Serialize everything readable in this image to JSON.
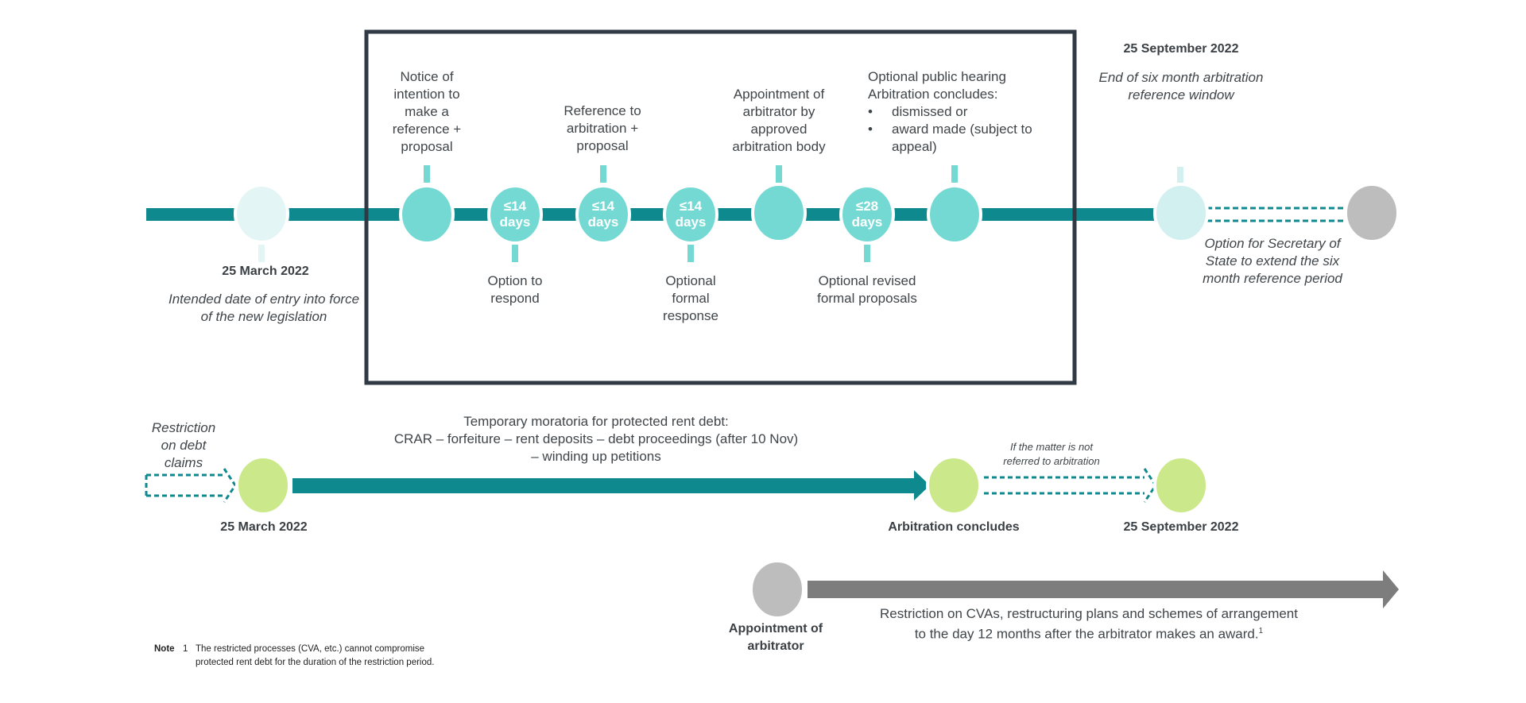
{
  "top_timeline": {
    "start_date": "25 March 2022",
    "start_caption": "Intended date of entry into force of the new legislation",
    "end_date": "25 September 2022",
    "end_caption": "End of six month arbitration reference window",
    "extension_caption": "Option for Secretary of State to extend the six month reference period",
    "steps_above": [
      "Notice of intention to make a reference + proposal",
      "Reference to arbitration + proposal",
      "Appointment of arbitrator by approved arbitration body"
    ],
    "hearing": {
      "line1": "Optional public hearing",
      "line2": "Arbitration concludes:",
      "bullet_1": "dismissed or",
      "bullet_2": "award made (subject to appeal)",
      "bullet_symbol": "•"
    },
    "badges": [
      {
        "top": "≤14",
        "bottom": "days"
      },
      {
        "top": "≤14",
        "bottom": "days"
      },
      {
        "top": "≤14",
        "bottom": "days"
      },
      {
        "top": "≤28",
        "bottom": "days"
      }
    ],
    "steps_below": [
      "Option to respond",
      "Optional formal response",
      "Optional revised formal proposals"
    ]
  },
  "moratorium": {
    "restriction_label": "Restriction on debt claims",
    "title_line1": "Temporary moratoria for protected rent debt:",
    "title_line2": "CRAR – forfeiture – rent deposits – debt proceedings (after 10 Nov)",
    "title_line3": "– winding up petitions",
    "start_label": "25 March 2022",
    "mid_label": "Arbitration concludes",
    "not_referred_label": "If the matter is not referred to arbitration",
    "end_label": "25 September 2022"
  },
  "cva": {
    "appointment_label": "Appointment of arbitrator",
    "restriction_line1": "Restriction on CVAs, restructuring plans and schemes of arrangement",
    "restriction_line2": "to the day 12 months after the arbitrator makes an award.",
    "footnote_ref": "1"
  },
  "note": {
    "label": "Note",
    "number": "1",
    "line1": "The restricted processes (CVA, etc.) cannot compromise",
    "line2": "protected rent debt for the duration of the restriction period."
  },
  "colors": {
    "teal_dark": "#0e8a8f",
    "teal_mid": "#75d9d3",
    "teal_light": "#e3f6f5",
    "green_light": "#cbe98a",
    "grey": "#bdbdbd",
    "grey_arrow": "#7d7d7d",
    "box": "#2f3a44"
  }
}
